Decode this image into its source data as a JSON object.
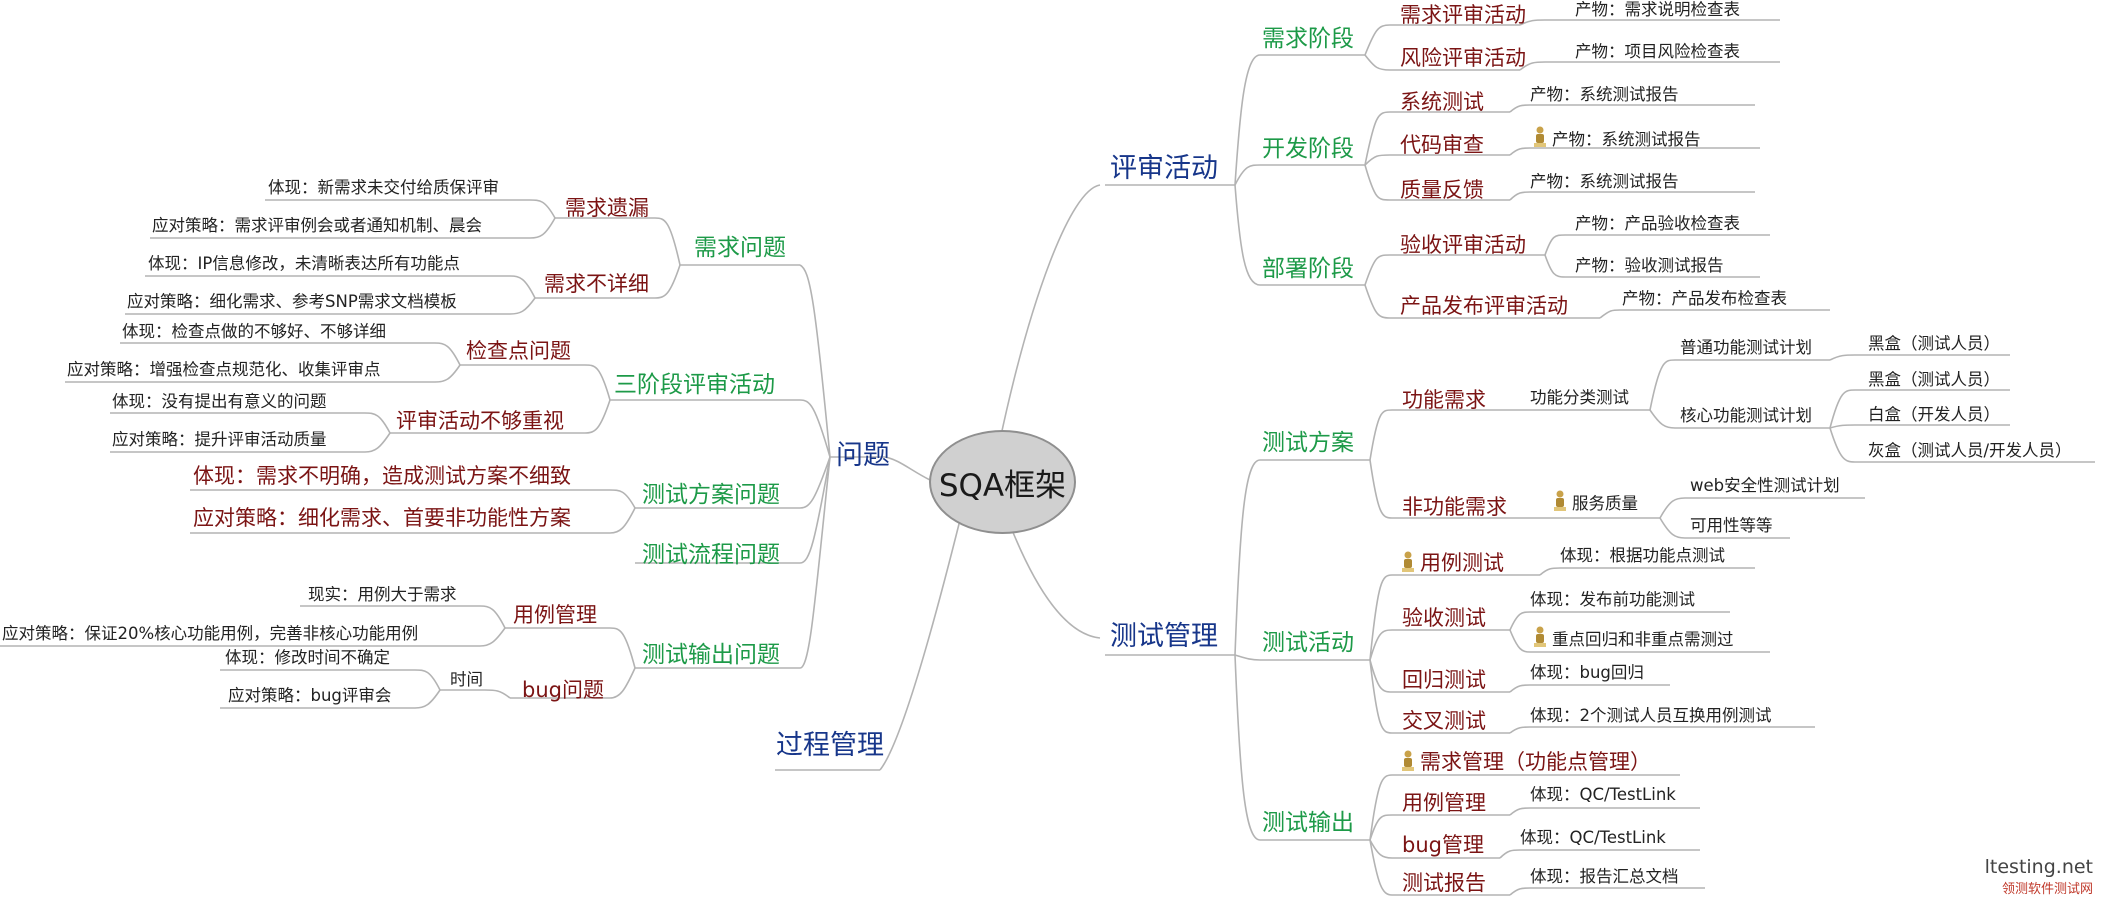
{
  "root": "SQA框架",
  "review": {
    "title": "评审活动",
    "req_stage": {
      "title": "需求阶段",
      "req_review": {
        "label": "需求评审活动",
        "product": "产物：需求说明检查表"
      },
      "risk_review": {
        "label": "风险评审活动",
        "product": "产物：项目风险检查表"
      }
    },
    "dev_stage": {
      "title": "开发阶段",
      "sys_test": {
        "label": "系统测试",
        "product": "产物：系统测试报告"
      },
      "code_review": {
        "label": "代码审查",
        "product": "产物：系统测试报告"
      },
      "quality_feedback": {
        "label": "质量反馈",
        "product": "产物：系统测试报告"
      }
    },
    "deploy_stage": {
      "title": "部署阶段",
      "accept_review": {
        "label": "验收评审活动",
        "products": [
          "产物：产品验收检查表",
          "产物：验收测试报告"
        ]
      },
      "release_review": {
        "label": "产品发布评审活动",
        "product": "产物：产品发布检查表"
      }
    }
  },
  "test_mgmt": {
    "title": "测试管理",
    "plan": {
      "title": "测试方案",
      "func_req": {
        "label": "功能需求",
        "classify": "功能分类测试",
        "normal_plan": {
          "label": "普通功能测试计划",
          "items": [
            "黑盒（测试人员）"
          ]
        },
        "core_plan": {
          "label": "核心功能测试计划",
          "items": [
            "黑盒（测试人员）",
            "白盒（开发人员）",
            "灰盒（测试人员/开发人员）"
          ]
        }
      },
      "nonfunc_req": {
        "label": "非功能需求",
        "service": "服务质量",
        "items": [
          "web安全性测试计划",
          "可用性等等"
        ]
      }
    },
    "activity": {
      "title": "测试活动",
      "case_test": {
        "label": "用例测试",
        "detail": "体现：根据功能点测试"
      },
      "accept_test": {
        "label": "验收测试",
        "details": [
          "体现：发布前功能测试",
          "重点回归和非重点需测过"
        ]
      },
      "regress_test": {
        "label": "回归测试",
        "detail": "体现：bug回归"
      },
      "cross_test": {
        "label": "交叉测试",
        "detail": "体现：2个测试人员互换用例测试"
      }
    },
    "output": {
      "title": "测试输出",
      "req_mgmt": {
        "label": "需求管理（功能点管理）"
      },
      "case_mgmt": {
        "label": "用例管理",
        "detail": "体现：QC/TestLink"
      },
      "bug_mgmt": {
        "label": "bug管理",
        "detail": "体现：QC/TestLink"
      },
      "report": {
        "label": "测试报告",
        "detail": "体现：报告汇总文档"
      }
    }
  },
  "problems": {
    "title": "问题",
    "req_problem": {
      "title": "需求问题",
      "omission": {
        "label": "需求遗漏",
        "details": [
          "体现：新需求未交付给质保评审",
          "应对策略：需求评审例会或者通知机制、晨会"
        ]
      },
      "not_detailed": {
        "label": "需求不详细",
        "details": [
          "体现：IP信息修改，未清晰表达所有功能点",
          "应对策略：细化需求、参考SNP需求文档模板"
        ]
      }
    },
    "three_stage": {
      "title": "三阶段评审活动",
      "checkpoint": {
        "label": "检查点问题",
        "details": [
          "体现：检查点做的不够好、不够详细",
          "应对策略：增强检查点规范化、收集评审点"
        ]
      },
      "not_valued": {
        "label": "评审活动不够重视",
        "details": [
          "体现：没有提出有意义的问题",
          "应对策略：提升评审活动质量"
        ]
      }
    },
    "plan_problem": {
      "title": "测试方案问题",
      "details": [
        "体现：需求不明确，造成测试方案不细致",
        "应对策略：细化需求、首要非功能性方案"
      ]
    },
    "flow_problem": {
      "title": "测试流程问题"
    },
    "output_problem": {
      "title": "测试输出问题",
      "case_mgmt": {
        "label": "用例管理",
        "details": [
          "现实：用例大于需求",
          "应对策略：保证20%核心功能用例，完善非核心功能用例"
        ]
      },
      "bug_problem": {
        "label": "bug问题",
        "sub": "时间",
        "details": [
          "体现：修改时间不确定",
          "应对策略：bug评审会"
        ]
      }
    }
  },
  "process_mgmt": {
    "title": "过程管理"
  },
  "watermark": {
    "site": "ltesting.net",
    "name": "领测软件测试网"
  },
  "colors": {
    "level1": "#17368a",
    "level2": "#1d9a48",
    "level3": "#7b1414",
    "leaf": "#222222",
    "connector": "#b3b3b3",
    "root_fill": "#d0d0d0"
  }
}
